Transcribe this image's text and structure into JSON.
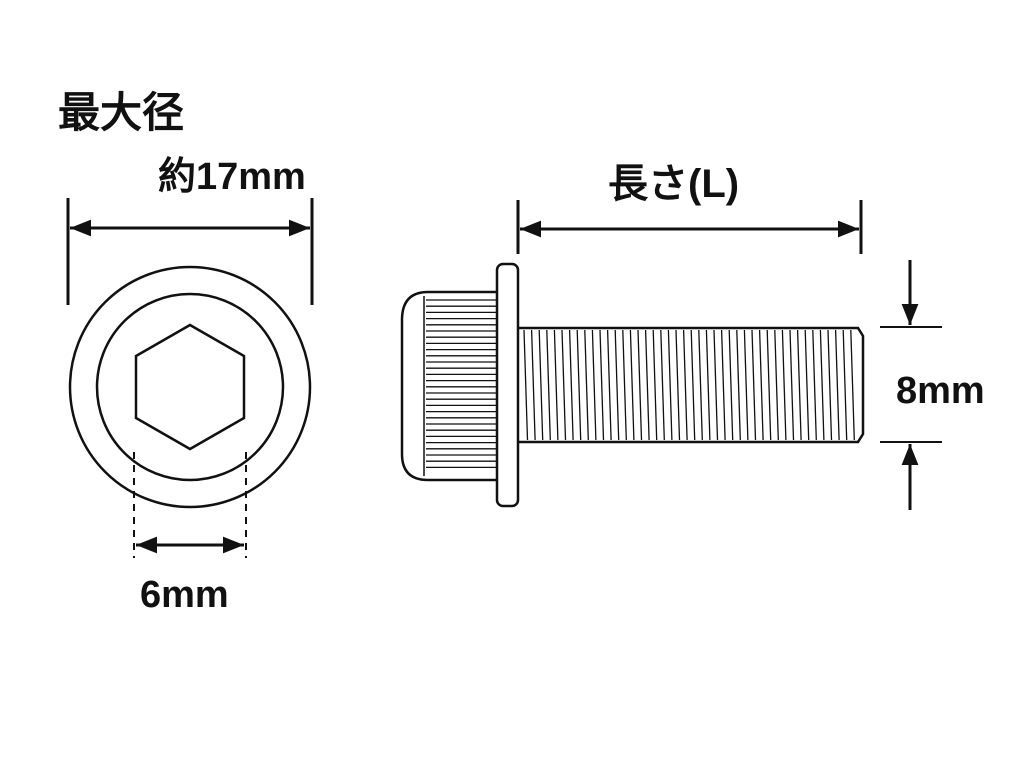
{
  "labels": {
    "max_diameter_title": "最大径",
    "max_diameter_value": "約17mm",
    "length": "長さ(L)",
    "thread_diameter": "8mm",
    "hex_socket": "6mm"
  },
  "colors": {
    "line": "#111111",
    "background": "#ffffff"
  }
}
